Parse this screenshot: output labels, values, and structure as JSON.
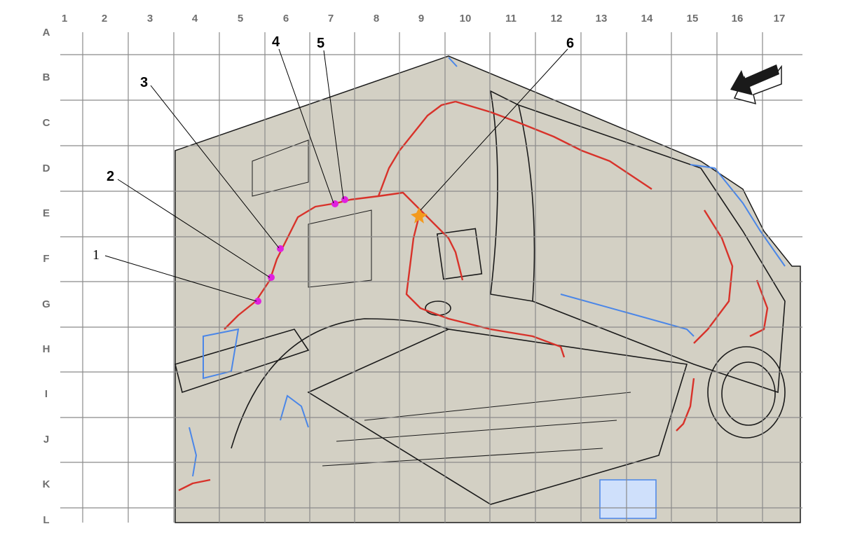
{
  "grid": {
    "columns": [
      "1",
      "2",
      "3",
      "4",
      "5",
      "6",
      "7",
      "8",
      "9",
      "10",
      "11",
      "12",
      "13",
      "14",
      "15",
      "16",
      "17"
    ],
    "rows": [
      "A",
      "B",
      "C",
      "D",
      "E",
      "F",
      "G",
      "H",
      "I",
      "J",
      "K",
      "L"
    ]
  },
  "callouts": [
    {
      "id": "1",
      "label": "1"
    },
    {
      "id": "2",
      "label": "2"
    },
    {
      "id": "3",
      "label": "3"
    },
    {
      "id": "4",
      "label": "4"
    },
    {
      "id": "5",
      "label": "5"
    },
    {
      "id": "6",
      "label": "6"
    }
  ],
  "colors": {
    "background": "#ffffff",
    "body_fill": "#d3d0c4",
    "grid_line": "#8a8a8a",
    "harness_red": "#d8322a",
    "component_blue": "#4a86e8",
    "connector_magenta": "#e020e0",
    "connector_orange": "#f39a1e",
    "outline_black": "#1a1a1a"
  },
  "icons": {
    "direction": "front-direction-arrow-icon"
  }
}
